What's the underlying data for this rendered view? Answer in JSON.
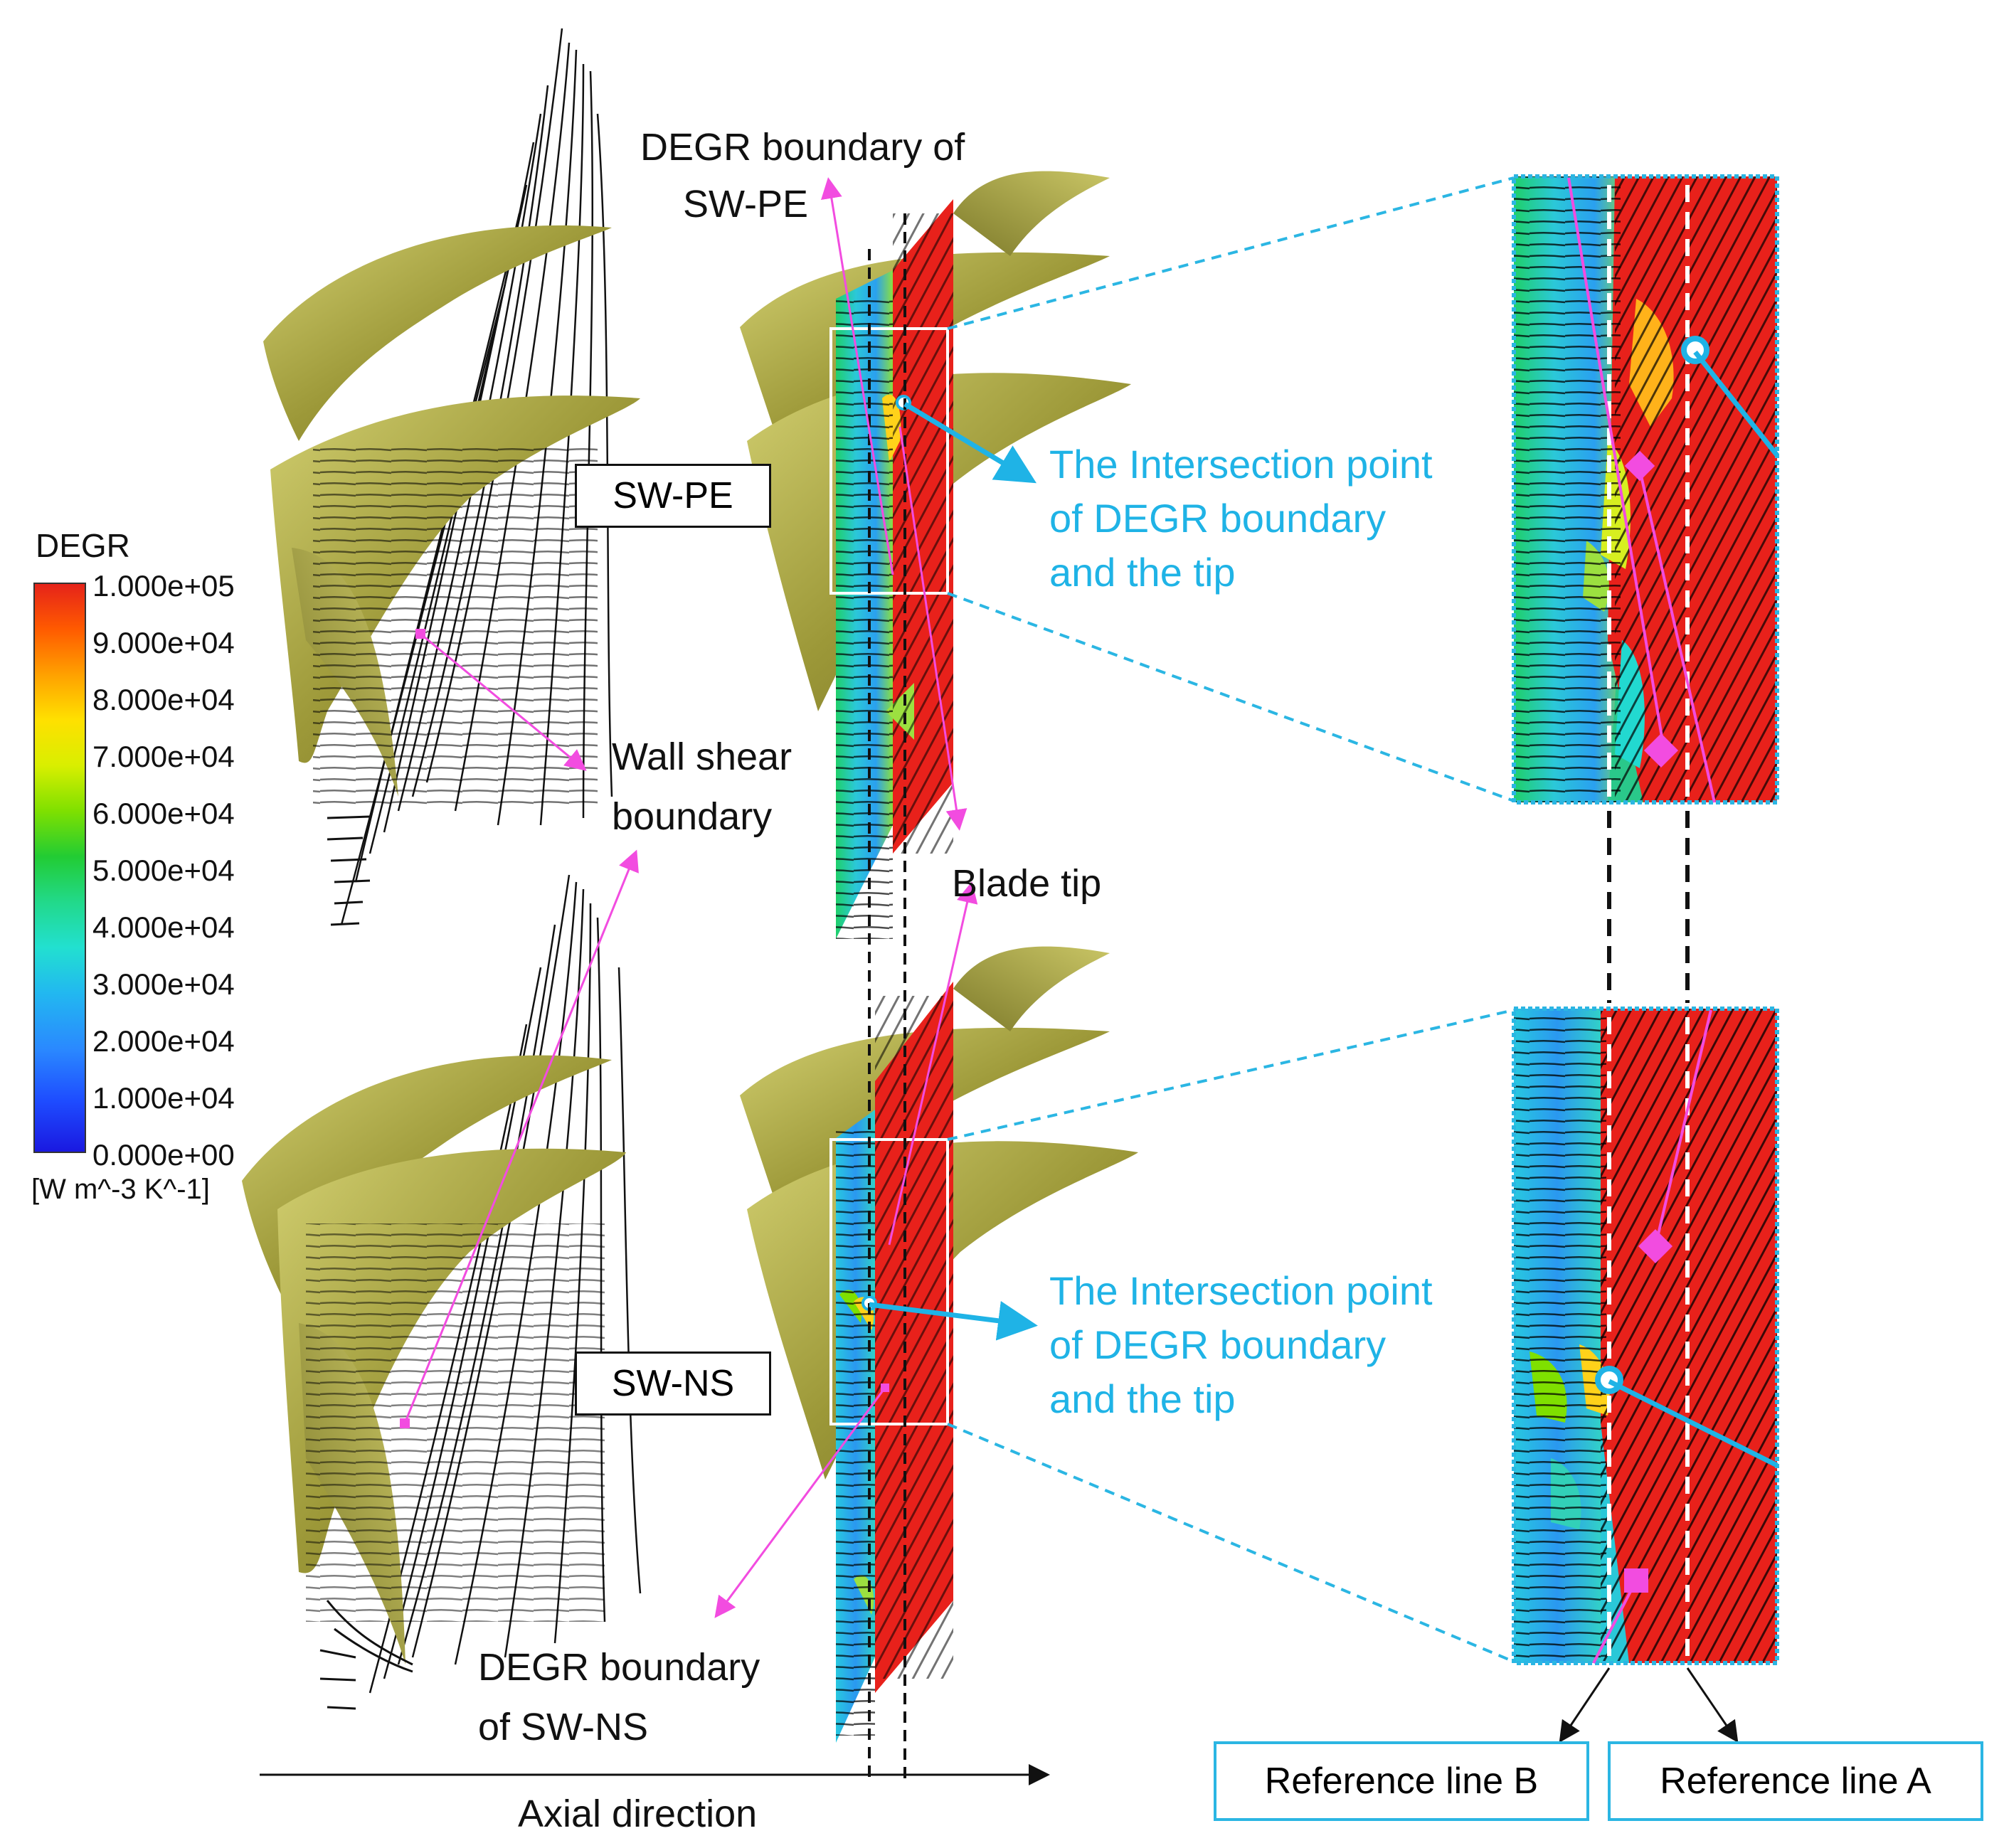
{
  "colorbar": {
    "title": "DEGR",
    "unit": "[W m^-3 K^-1]",
    "ticks": [
      "1.000e+05",
      "9.000e+04",
      "8.000e+04",
      "7.000e+04",
      "6.000e+04",
      "5.000e+04",
      "4.000e+04",
      "3.000e+04",
      "2.000e+04",
      "1.000e+04",
      "0.000e+00"
    ],
    "colors": [
      "#e5221a",
      "#ff5a00",
      "#ffa000",
      "#ffe000",
      "#d9ef00",
      "#7fe000",
      "#22cc33",
      "#22d98a",
      "#22e0d0",
      "#22b8f0",
      "#2a88ff",
      "#1e4cff",
      "#1a18e0"
    ]
  },
  "labels": {
    "sw_pe": "SW-PE",
    "sw_ns": "SW-NS",
    "degr_pe_line1": "DEGR boundary of",
    "degr_pe_line2": "SW-PE",
    "wall_shear_line1": "Wall shear",
    "wall_shear_line2": "boundary",
    "blade_tip": "Blade tip",
    "degr_ns_line1": "DEGR boundary",
    "degr_ns_line2": "of SW-NS",
    "intersection_line1": "The Intersection point",
    "intersection_line2": "of DEGR boundary",
    "intersection_line3": "and the tip",
    "axial_direction": "Axial direction",
    "ref_b": "Reference line B",
    "ref_a": "Reference line A"
  },
  "colors": {
    "blade": "#8a8630",
    "blade_light": "#b8b555",
    "annotation_magenta": "#f24ce0",
    "annotation_blue": "#1fb3e6",
    "high_degr": "#e8211b",
    "low_degr": "#27b7d9"
  }
}
